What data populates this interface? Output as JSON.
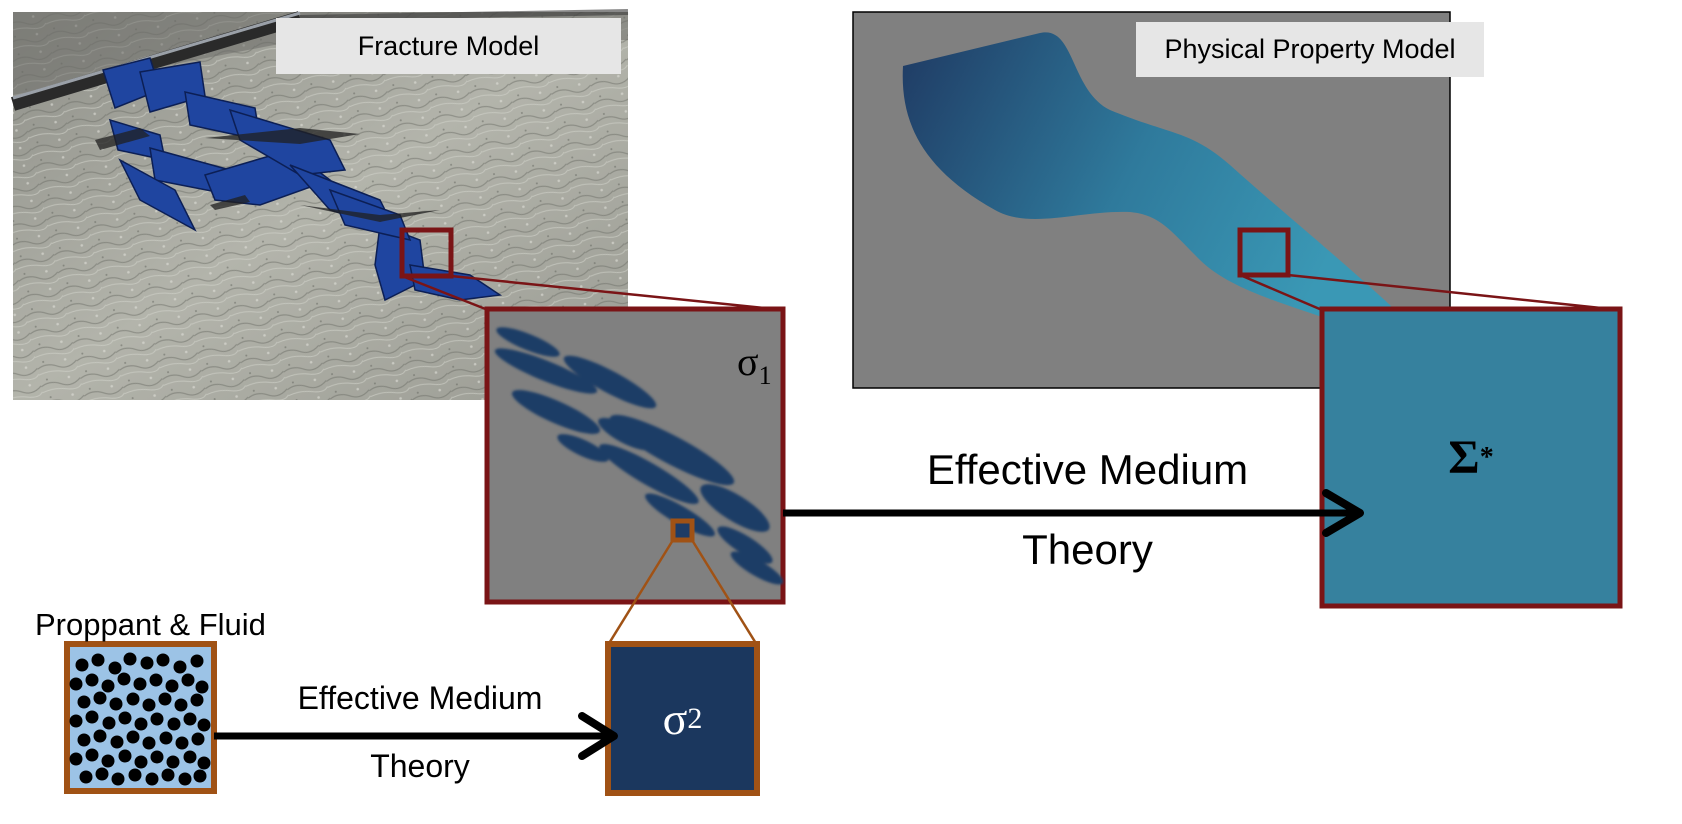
{
  "panels": {
    "fracture_model": {
      "title": "Fracture Model"
    },
    "physical_property_model": {
      "title": "Physical Property Model"
    }
  },
  "symbols": {
    "sigma1": {
      "base": "σ",
      "sub": "1"
    },
    "sigma2": {
      "base": "σ",
      "sub": "2"
    },
    "sigma_star": {
      "base": "Σ",
      "sup": "*"
    }
  },
  "labels": {
    "proppant_fluid": "Proppant & Fluid",
    "emt_top_line1": "Effective Medium",
    "emt_top_line2": "Theory",
    "emt_bottom_line1": "Effective Medium",
    "emt_bottom_line2": "Theory"
  },
  "colors": {
    "zoom_frame": "#7a1416",
    "proppant_frame": "#a05215",
    "ellipse_fill": "#1e3c66",
    "sigma2_fill": "#1b375e",
    "sigma_star_fill": "#36819e",
    "panel_gray": "#808080",
    "proppant_bg": "#9cc3e6"
  }
}
